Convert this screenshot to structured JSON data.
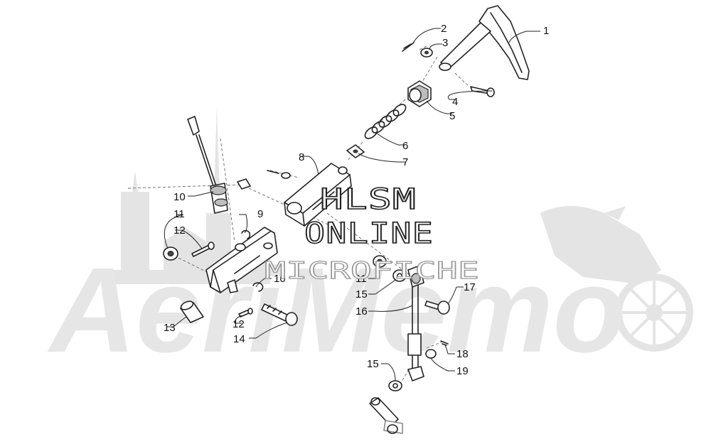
{
  "watermark": {
    "line1": "HLSM",
    "line2": "ONLINE",
    "line3": "MICROFICHE",
    "logo_text": "AeriMemo"
  },
  "callouts": [
    {
      "n": "1"
    },
    {
      "n": "2"
    },
    {
      "n": "3"
    },
    {
      "n": "4"
    },
    {
      "n": "5"
    },
    {
      "n": "6"
    },
    {
      "n": "7"
    },
    {
      "n": "8"
    },
    {
      "n": "9"
    },
    {
      "n": "10"
    },
    {
      "n": "11"
    },
    {
      "n": "12"
    },
    {
      "n": "10"
    },
    {
      "n": "11"
    },
    {
      "n": "12"
    },
    {
      "n": "13"
    },
    {
      "n": "14"
    },
    {
      "n": "15"
    },
    {
      "n": "16"
    },
    {
      "n": "17"
    },
    {
      "n": "18"
    },
    {
      "n": "15"
    },
    {
      "n": "19"
    }
  ],
  "colors": {
    "background": "#ffffff",
    "ink": "#222222",
    "watermark_grey": "#e4e4e4"
  }
}
